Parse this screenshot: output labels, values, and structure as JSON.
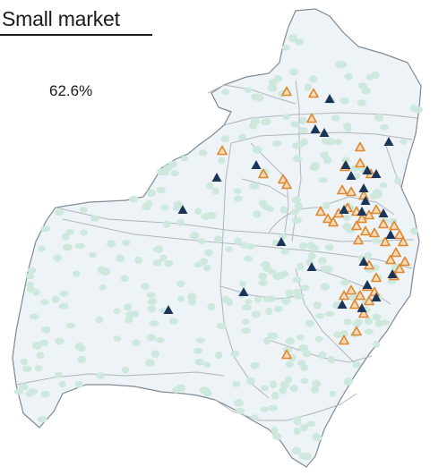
{
  "map": {
    "title": "Small market",
    "stat_value": "62.6%",
    "colors": {
      "region_fill": "#eef3f7",
      "border": "#7f8a93",
      "inner_border": "#b0b8bf",
      "dot": "#cde8dc",
      "triangle_dark": "#1b3558",
      "triangle_outline": "#e0862c",
      "triangle_outline_fill": "#f6dcbc"
    },
    "markers": {
      "dark_triangle": "dark-triangle-marker",
      "open_triangle": "open-triangle-marker",
      "dot": "dot-marker"
    }
  }
}
